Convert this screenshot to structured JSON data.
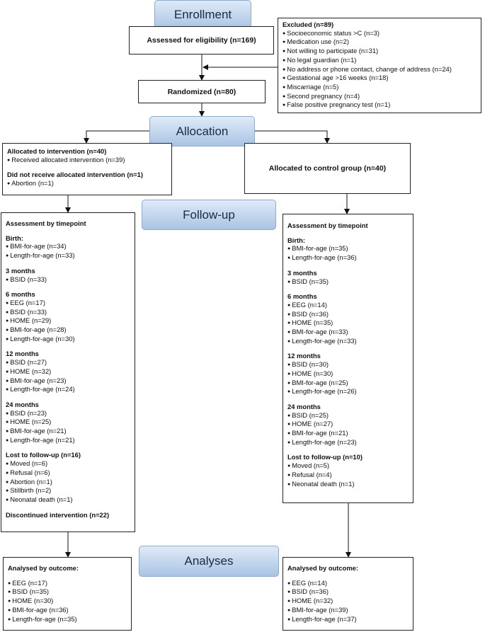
{
  "stages": {
    "enrollment": "Enrollment",
    "allocation": "Allocation",
    "followup": "Follow-up",
    "analyses": "Analyses"
  },
  "assessed": "Assessed for eligibility (n=169)",
  "randomized": "Randomized (n=80)",
  "excluded": {
    "title": "Excluded (n=89)",
    "items": [
      "Socioeconomic status >C (n=3)",
      "Medication use (n=2)",
      "Not willing to participate (n=31)",
      "No legal guardian  (n=1)",
      "No address or phone contact, change of address (n=24)",
      "Gestational age >16 weeks (n=18)",
      "Miscarriage (n=5)",
      "Second pregnancy (n=4)",
      "False positive pregnancy test (n=1)"
    ]
  },
  "intervention_alloc": {
    "title1": "Allocated to intervention (n=40)",
    "items1": [
      "Received allocated intervention (n=39)"
    ],
    "title2": "Did not receive allocated intervention (n=1)",
    "items2": [
      "Abortion (n=1)"
    ]
  },
  "control_alloc": "Allocated to control group (n=40)",
  "followup_left": {
    "heading": "Assessment by timepoint",
    "groups": [
      {
        "title": "Birth:",
        "items": [
          "BMI-for-age (n=34)",
          "Length-for-age (n=33)"
        ]
      },
      {
        "title": "3 months",
        "items": [
          "BSID (n=33)"
        ]
      },
      {
        "title": "6 months",
        "items": [
          "EEG (n=17)",
          "BSID (n=33)",
          "HOME (n=29)",
          "BMI-for-age (n=28)",
          "Length-for-age (n=30)"
        ]
      },
      {
        "title": "12 months",
        "items": [
          "BSID (n=27)",
          "HOME (n=32)",
          "BMI-for-age (n=23)",
          "Length-for-age (n=24)"
        ]
      },
      {
        "title": "24 months",
        "items": [
          "BSID (n=23)",
          "HOME (n=25)",
          "BMI-for-age (n=21)",
          "Length-for-age (n=21)"
        ]
      },
      {
        "title": "Lost to follow-up (n=16)",
        "items": [
          "Moved (n=6)",
          "Refusal (n=6)",
          "Abortion (n=1)",
          "Stillbirth (n=2)",
          "Neonatal death (n=1)"
        ]
      },
      {
        "title": "Discontinued intervention (n=22)",
        "items": []
      }
    ]
  },
  "followup_right": {
    "heading": "Assessment by timepoint",
    "groups": [
      {
        "title": "Birth:",
        "items": [
          "BMI-for-age (n=35)",
          "Length-for-age (n=36)"
        ]
      },
      {
        "title": "3 months",
        "items": [
          "BSID (n=35)"
        ]
      },
      {
        "title": "6 months",
        "items": [
          "EEG (n=14)",
          "BSID (n=36)",
          "HOME (n=35)",
          "BMI-for-age (n=33)",
          "Length-for-age (n=33)"
        ]
      },
      {
        "title": "12 months",
        "items": [
          "BSID (n=30)",
          "HOME (n=30)",
          "BMI-for-age (n=25)",
          "Length-for-age (n=26)"
        ]
      },
      {
        "title": "24 months",
        "items": [
          "BSID (n=25)",
          "HOME (n=27)",
          "BMI-for-age (n=21)",
          "Length-for-age (n=23)"
        ]
      },
      {
        "title": "Lost to follow-up (n=10)",
        "items": [
          "Moved (n=5)",
          "Refusal (n=4)",
          "Neonatal death (n=1)"
        ]
      }
    ]
  },
  "analyses_left": {
    "heading": "Analysed by outcome:",
    "items": [
      "EEG (n=17)",
      "BSID (n=35)",
      "HOME (n=30)",
      "BMI-for-age (n=36)",
      "Length-for-age (n=35)"
    ]
  },
  "analyses_right": {
    "heading": "Analysed by outcome:",
    "items": [
      "EEG (n=14)",
      "BSID (n=36)",
      "HOME (n=32)",
      "BMI-for-age (n=39)",
      "Length-for-age (n=37)"
    ]
  }
}
